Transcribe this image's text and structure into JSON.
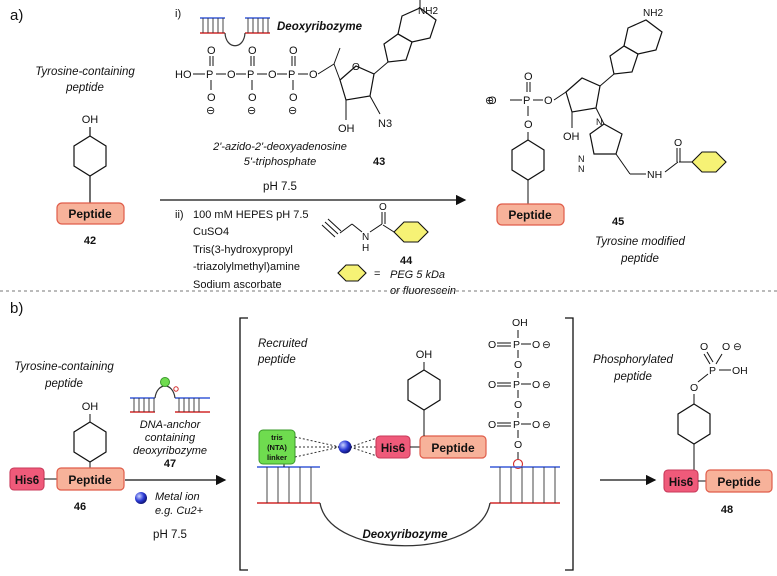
{
  "panel_a": {
    "label": "a)",
    "substrate": {
      "caption_line1": "Tyrosine-containing",
      "caption_line2": "peptide",
      "oh": "OH",
      "box": "Peptide",
      "number": "42"
    },
    "step1": {
      "roman": "i)",
      "enzyme": "Deoxyribozyme",
      "nh2": "NH2",
      "ho": "HO",
      "p": "P",
      "o": "O",
      "minus": "⊖",
      "oh": "OH",
      "n3": "N3",
      "name_line1": "2'-azido-2'-deoxyadenosine",
      "name_line2": "5'-triphosphate",
      "number": "43",
      "ph": "pH 7.5"
    },
    "step2": {
      "roman": "ii)",
      "lines": [
        "100 mM HEPES pH 7.5",
        "CuSO4",
        "Tris(3-hydroxypropyl",
        "-triazolylmethyl)amine",
        "Sodium ascorbate"
      ],
      "reagent_nh": "N",
      "reagent_h": "H",
      "reagent_o": "O",
      "reagent_number": "44",
      "legend_eq": "=",
      "legend_line1": "PEG 5 kDa",
      "legend_line2": "or fluorescein"
    },
    "product": {
      "nh2": "NH2",
      "oh": "OH",
      "box": "Peptide",
      "number": "45",
      "nh": "NH",
      "o": "O",
      "caption_line1": "Tyrosine modified",
      "caption_line2": "peptide"
    }
  },
  "panel_b": {
    "label": "b)",
    "substrate": {
      "caption_line1": "Tyrosine-containing",
      "caption_line2": "peptide",
      "oh": "OH",
      "his": "His6",
      "box": "Peptide",
      "number": "46"
    },
    "conditions": {
      "anchor_line1": "DNA-anchor",
      "anchor_line2": "containing",
      "anchor_line3": "deoxyribozyme",
      "anchor_number": "47",
      "metal_line1": "Metal ion",
      "metal_line2": "e.g. Cu2+",
      "ph": "pH 7.5"
    },
    "complex": {
      "caption_line1": "Recruited",
      "caption_line2": "peptide",
      "linker_line1": "tris",
      "linker_line2": "(NTA)",
      "linker_line3": "linker",
      "his": "His6",
      "box": "Peptide",
      "oh": "OH",
      "p": "P",
      "o": "O",
      "minus": "⊖",
      "enzyme": "Deoxyribozyme"
    },
    "product": {
      "caption_line1": "Phosphorylated",
      "caption_line2": "peptide",
      "oh": "OH",
      "his": "His6",
      "box": "Peptide",
      "number": "48"
    }
  },
  "colors": {
    "peptide_fill": "#f7b29a",
    "peptide_stroke": "#e05d4a",
    "his_fill": "#ef5a7a",
    "linker_fill": "#6fdc4f",
    "hexagon_fill": "#f6f275",
    "metal": "#2c3bd6",
    "dna_red": "#d22a2a",
    "dna_blue": "#3a5bd8"
  }
}
